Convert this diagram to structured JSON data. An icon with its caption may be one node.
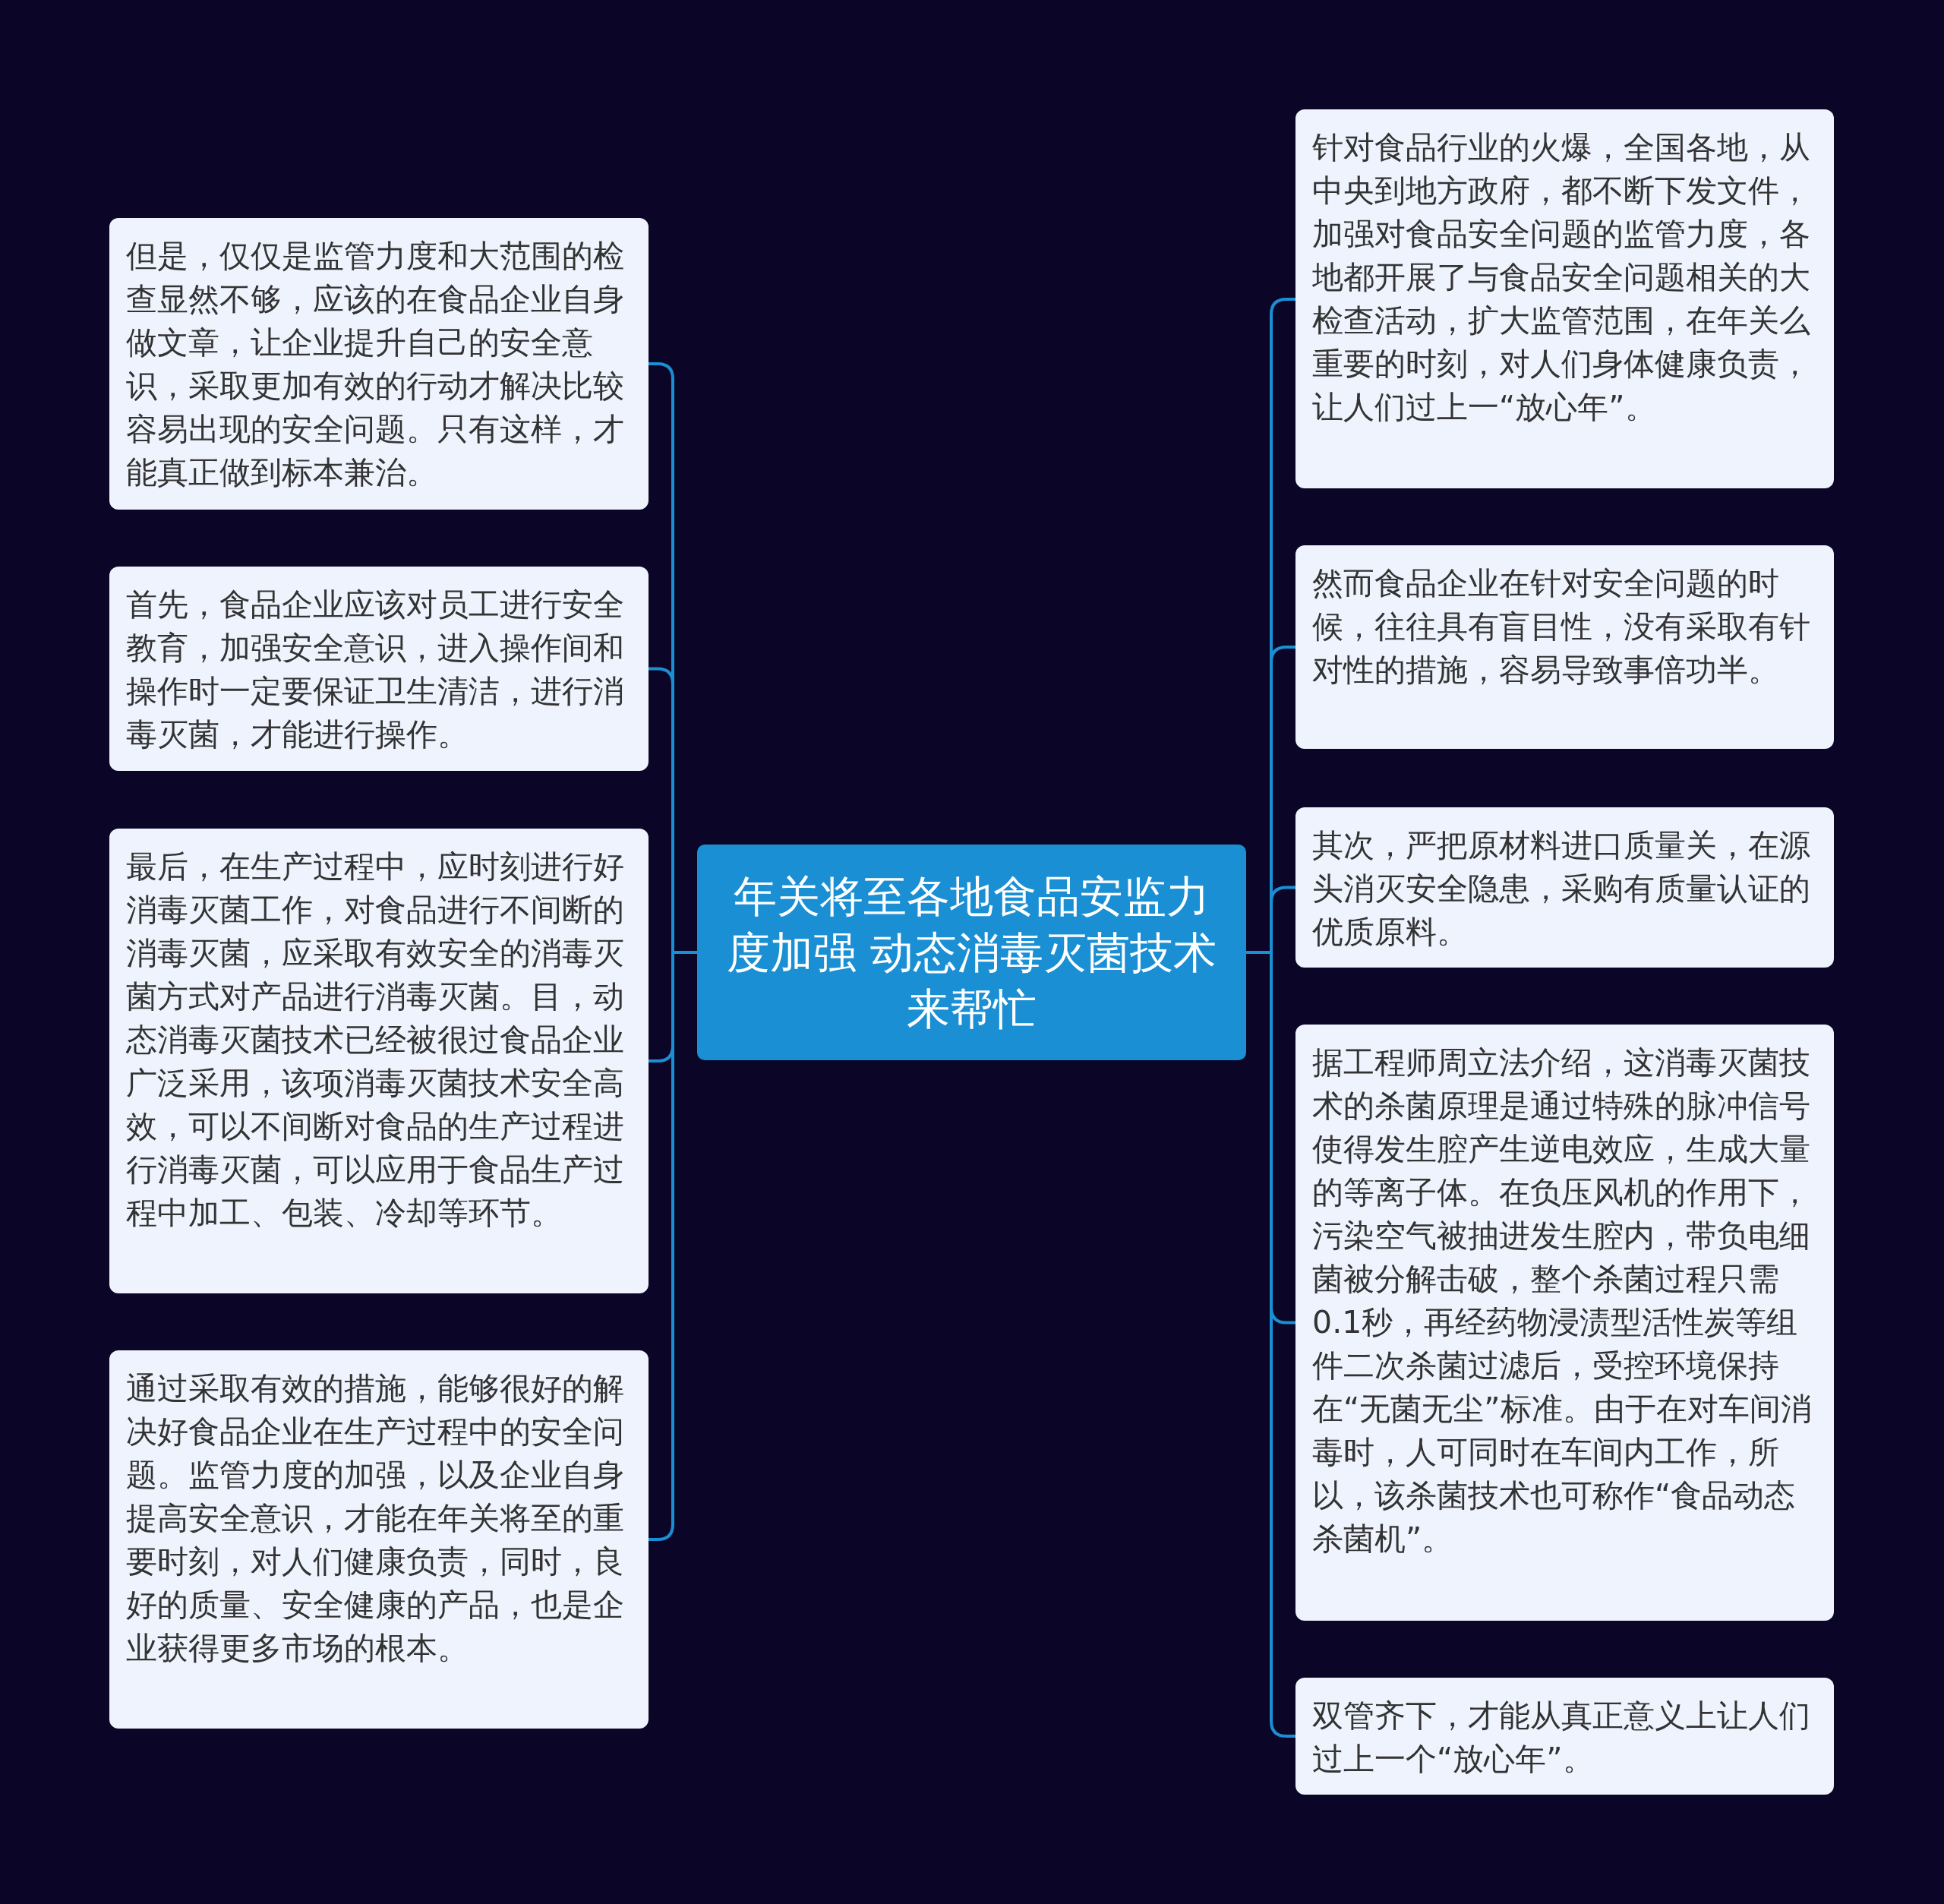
{
  "diagram": {
    "nodes": [
      {
        "text": [
          "年关将至各地食品安监力度加强 动态消毒灭菌技术来帮忙"
        ]
      },
      {
        "text": [
          "但是，仅仅是监管力度和大范围的检查显然不够，应该的在食品企业自身做文章，让企业提升自己的安全意识，采取更加有效的行动才解决比较容易出现的安全问题。只有这样，才能真正做到标本兼治。"
        ]
      },
      {
        "text": [
          "首先，食品企业应该对员工进行安全教育，加强安全意识，进入操作间和操作时一定要保证卫生清洁，进行消毒灭菌，才能进行操作。"
        ]
      },
      {
        "text": [
          "最后，在生产过程中，应时刻进行好消毒灭菌工作，对食品进行不间断的消毒灭菌，应采取有效安全的消毒灭菌方式对产品进行消毒灭菌。目，动态消毒灭菌技术已经被很过食品企业广泛采用，该项消毒灭菌技术安全高效，可以不间断对食品的生产过程进行消毒灭菌，可以应用于食品生产过程中加工、包装、冷却等环节。"
        ]
      },
      {
        "text": [
          "通过采取有效的措施，能够很好的解决好食品企业在生产过程中的安全问题。监管力度的加强，以及企业自身提高安全意识，才能在年关将至的重要时刻，对人们健康负责，同时，良好的质量、安全健康的产品，也是企业获得更多市场的根本。"
        ]
      },
      {
        "text": [
          "针对食品行业的火爆，全国各地，从中央到地方政府，都不断下发文件，加强对食品安全问题的监管力度，各地都开展了与食品安全问题相关的大检查活动，扩大监管范围，在年关么重要的时刻，对人们身体健康负责，让人们过上一“放心年”。"
        ]
      },
      {
        "text": [
          "然而食品企业在针对安全问题的时候，往往具有盲目性，没有采取有针对性的措施，容易导致事倍功半。"
        ]
      },
      {
        "text": [
          "其次，严把原材料进口质量关，在源头消灭安全隐患，采购有质量认证的优质原料。"
        ]
      },
      {
        "text": [
          "据工程师周立法介绍，这消毒灭菌技术的杀菌原理是通过特殊的脉冲信号使得发生腔产生逆电效应，生成大量的等离子体。在负压风机的作用下，污染空气被抽进发生腔内，带负电细菌被分解击破，整个杀菌过程只需0.1秒，再经药物浸渍型活性炭等组件二次杀菌过滤后，受控环境保持在“无菌无尘”标准。由于在对车间消毒时，人可同时在车间内工作，所以，该杀菌技术也可称作“食品动态杀菌机”。"
        ]
      },
      {
        "text": [
          "双管齐下，才能从真正意义上让人们过上一个“放心年”。"
        ]
      }
    ],
    "edges": [
      {
        "from": 0,
        "to": 1,
        "arrow": "none"
      },
      {
        "from": 0,
        "to": 2,
        "arrow": "none"
      },
      {
        "from": 0,
        "to": 3,
        "arrow": "none"
      },
      {
        "from": 0,
        "to": 4,
        "arrow": "none"
      },
      {
        "from": 0,
        "to": 5,
        "arrow": "none"
      },
      {
        "from": 0,
        "to": 6,
        "arrow": "none"
      },
      {
        "from": 0,
        "to": 7,
        "arrow": "none"
      },
      {
        "from": 0,
        "to": 8,
        "arrow": "none"
      },
      {
        "from": 0,
        "to": 9,
        "arrow": "none"
      }
    ]
  }
}
